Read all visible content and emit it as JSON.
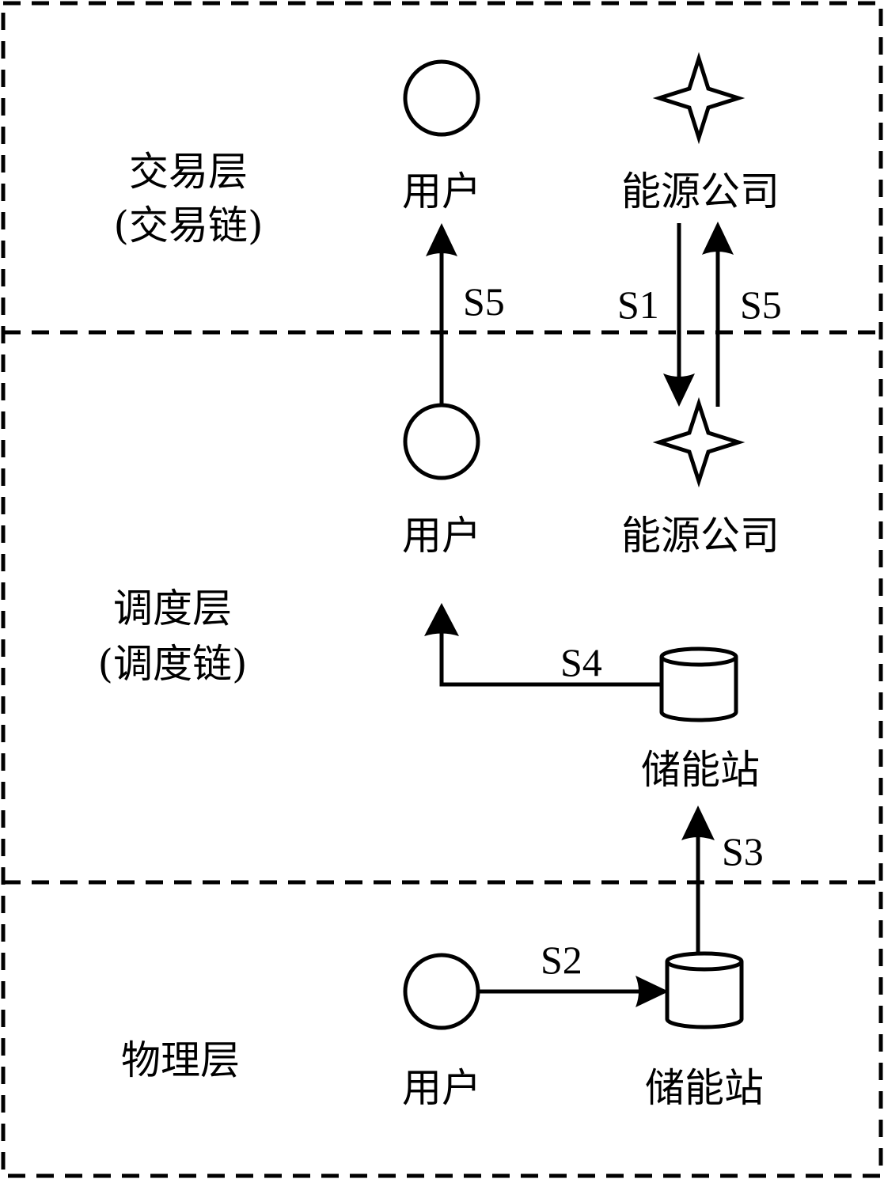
{
  "layers": [
    {
      "name": "交易层",
      "subtitle": "(交易链)"
    },
    {
      "name": "调度层",
      "subtitle": "(调度链)"
    },
    {
      "name": "物理层",
      "subtitle": ""
    }
  ],
  "nodes": {
    "trade_user": "用户",
    "trade_company": "能源公司",
    "dispatch_user": "用户",
    "dispatch_company": "能源公司",
    "dispatch_storage": "储能站",
    "physical_user": "用户",
    "physical_storage": "储能站"
  },
  "edges": {
    "s1": "S1",
    "s2": "S2",
    "s3": "S3",
    "s4": "S4",
    "s5_user": "S5",
    "s5_company": "S5"
  },
  "colors": {
    "stroke": "#000000",
    "background": "#ffffff"
  }
}
